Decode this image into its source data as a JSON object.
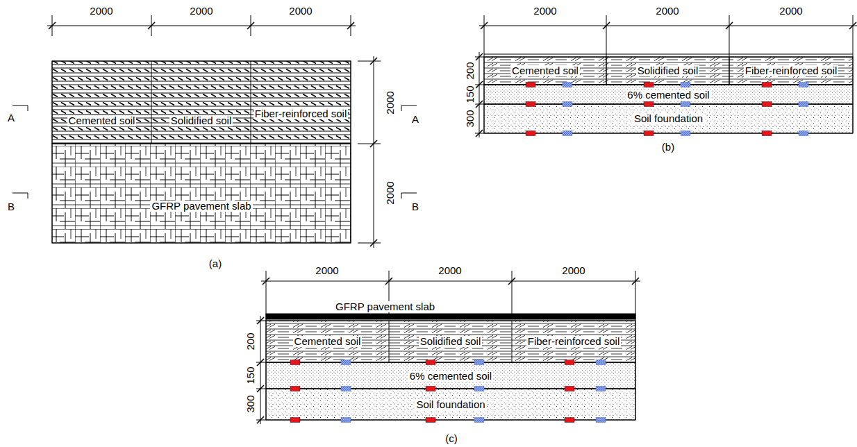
{
  "diagram": {
    "nodes": [
      {
        "text": [
          "Cemented soil"
        ]
      },
      {
        "text": [
          "Solidified soil"
        ]
      },
      {
        "text": [
          "Fiber-reinforced soil"
        ]
      },
      {
        "text": [
          "GFRP pavement slab"
        ]
      },
      {
        "text": [
          "Cemented soil"
        ]
      },
      {
        "text": [
          "Solidified soil"
        ]
      },
      {
        "text": [
          "Fiber-reinforced soil"
        ]
      },
      {
        "text": [
          "6% cemented soil"
        ]
      },
      {
        "text": [
          "Soil foundation"
        ]
      },
      {
        "text": [
          "GFRP pavement slab"
        ]
      },
      {
        "text": [
          "Cemented soil"
        ]
      },
      {
        "text": [
          "Solidified soil"
        ]
      },
      {
        "text": [
          "Fiber-reinforced soil"
        ]
      },
      {
        "text": [
          "6% cemented soil"
        ]
      },
      {
        "text": [
          "Soil foundation"
        ]
      }
    ],
    "labels": [
      "2000",
      "2000",
      "2000",
      "2000",
      "2000",
      "A",
      "A",
      "B",
      "B",
      "(a)",
      "2000",
      "2000",
      "2000",
      "200",
      "150",
      "300",
      "(b)",
      "2000",
      "2000",
      "2000",
      "200",
      "150",
      "300",
      "(c)"
    ]
  }
}
